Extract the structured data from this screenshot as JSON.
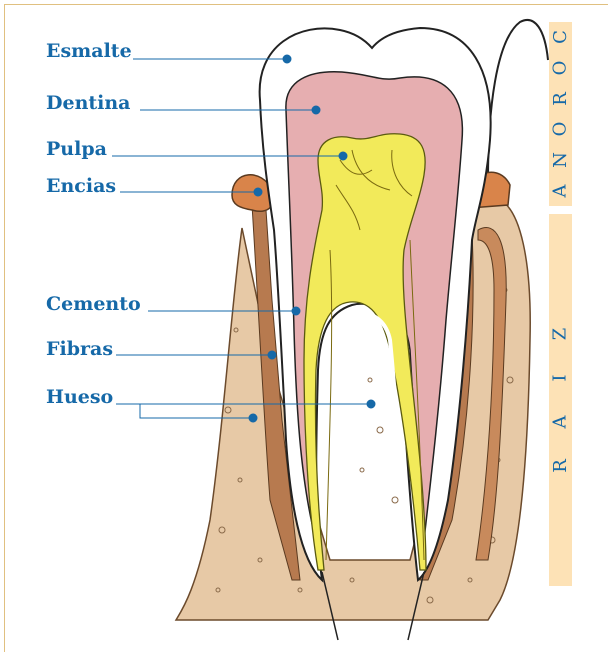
{
  "labels": {
    "esmalte": "Esmalte",
    "dentina": "Dentina",
    "pulpa": "Pulpa",
    "encias": "Encias",
    "cemento": "Cemento",
    "fibras": "Fibras",
    "hueso": "Hueso"
  },
  "sections": {
    "corona": [
      "C",
      "O",
      "R",
      "O",
      "N",
      "A"
    ],
    "raiz": [
      "R",
      "A",
      "I",
      "Z"
    ]
  },
  "colors": {
    "label_text": "#1669a8",
    "leader_line": "#1669a8",
    "enamel": "#ffffff",
    "dentin": "#e6aeb0",
    "pulp": "#f2ea5a",
    "bone": "#e7c9a6",
    "gum": "#d9844a",
    "cementum": "#b77a4f",
    "section_bar": "#fde2b6"
  }
}
